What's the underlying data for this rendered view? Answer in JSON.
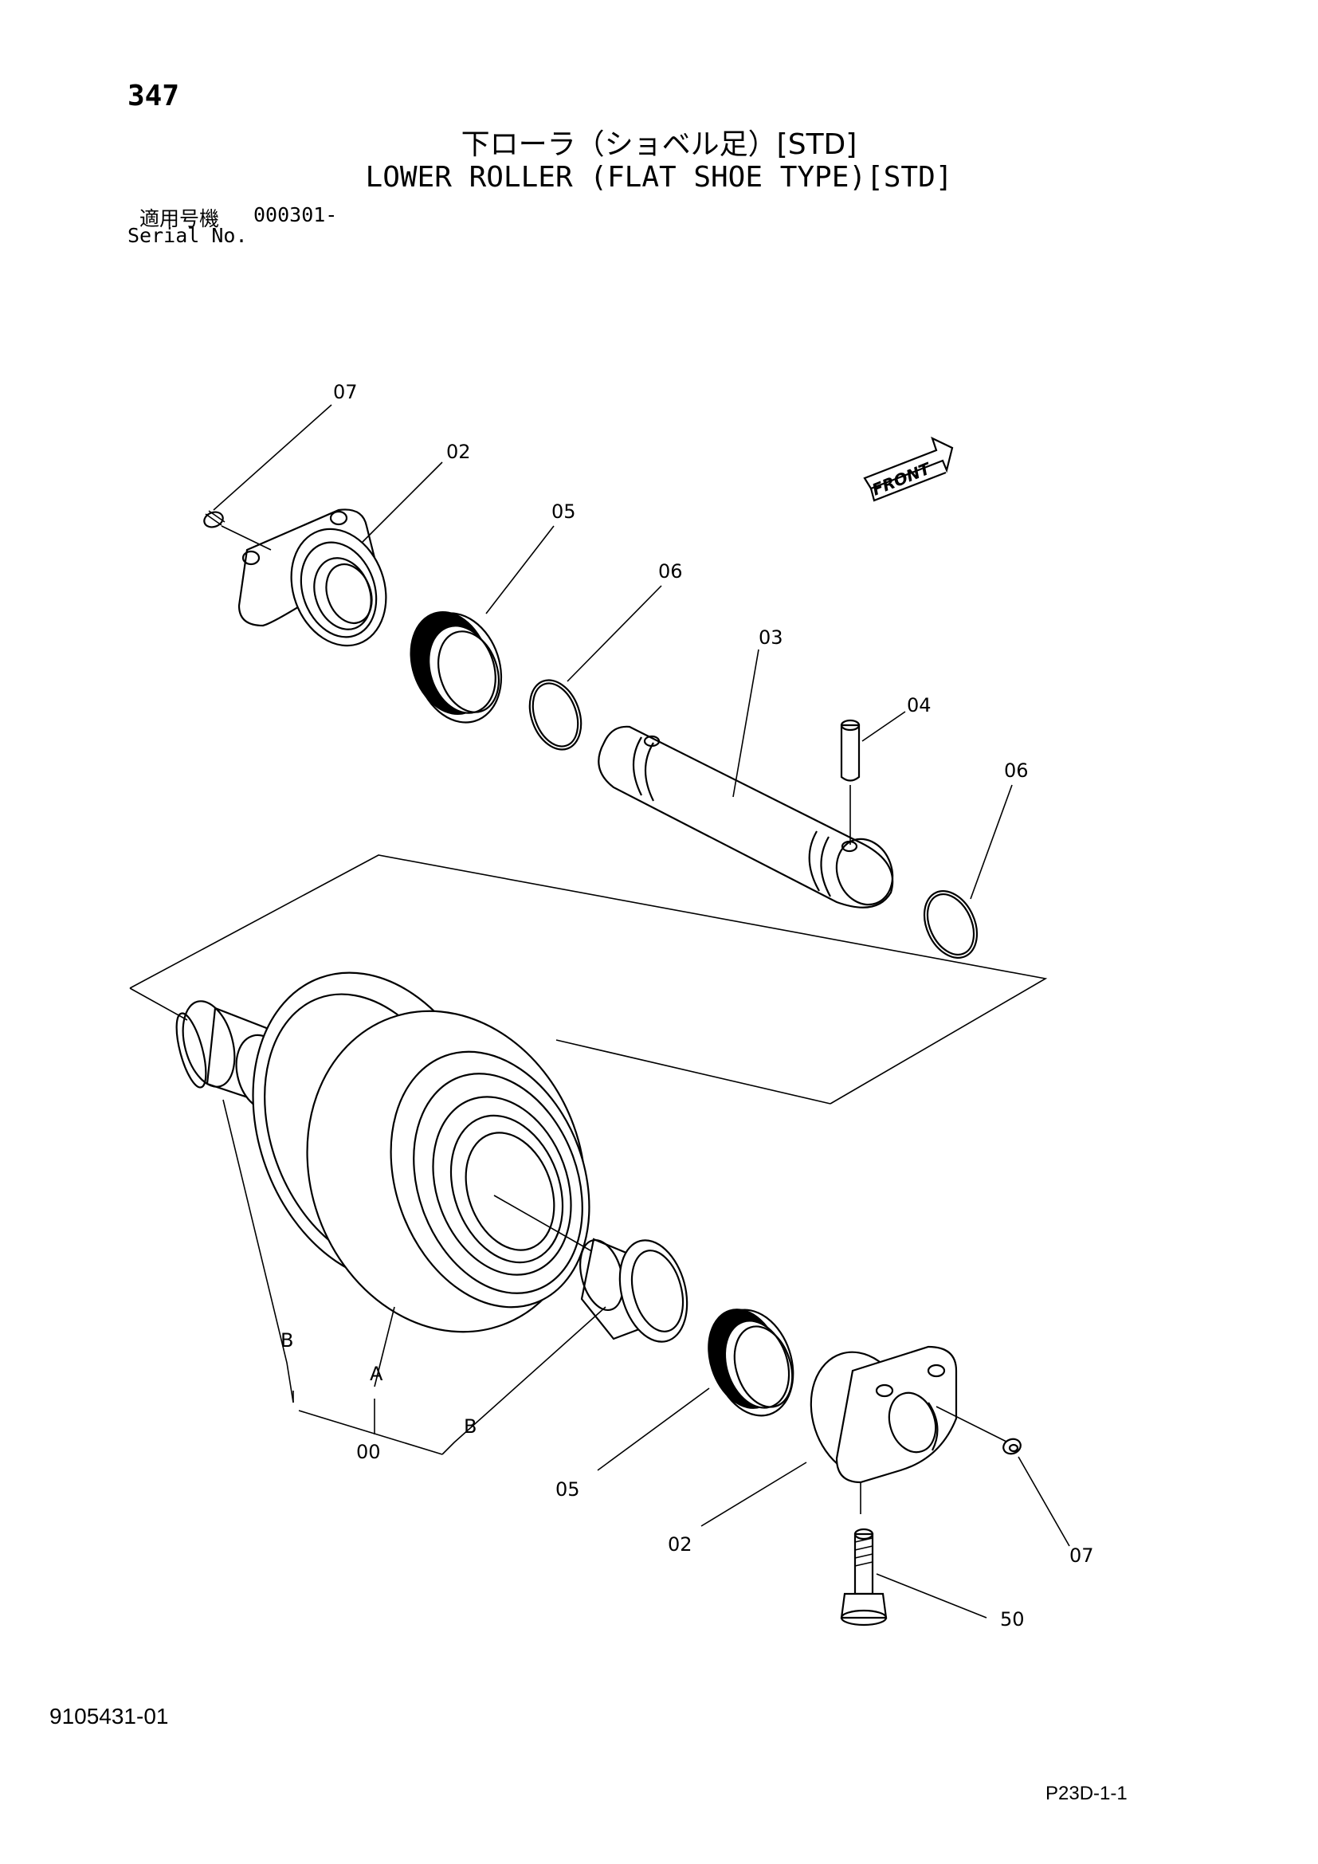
{
  "header": {
    "page_number": "347",
    "title_jp": "下ローラ（ショベル足）[STD]",
    "title_en": "LOWER ROLLER (FLAT SHOE TYPE)[STD]",
    "serial_label_jp": "適用号機",
    "serial_range": "000301-",
    "serial_label_en": "Serial No."
  },
  "front_marker": {
    "label": "FRONT"
  },
  "callouts": {
    "c07_top": "07",
    "c02_top": "02",
    "c05_top": "05",
    "c06_top": "06",
    "c03": "03",
    "c04": "04",
    "c06_right": "06",
    "cB_left": "B",
    "cA": "A",
    "c00": "00",
    "cB_bottom": "B",
    "c05_bottom": "05",
    "c02_bottom": "02",
    "c07_bottom": "07",
    "c50": "50"
  },
  "footer": {
    "doc_number": "9105431-01",
    "page_code": "P23D-1-1"
  }
}
